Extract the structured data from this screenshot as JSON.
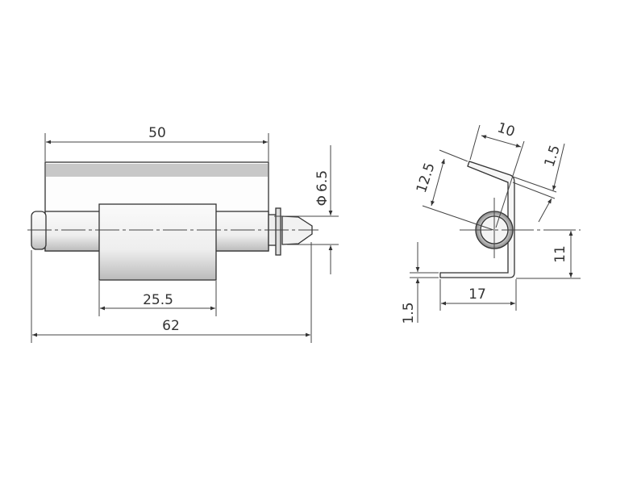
{
  "front_view": {
    "overall_width": "50",
    "knuckle_width": "25.5",
    "total_length": "62",
    "pin_diameter": "6.5",
    "diameter_symbol": "Φ"
  },
  "side_view": {
    "leaf_length_top": "10",
    "offset": "12.5",
    "thickness_top": "1.5",
    "height": "11",
    "leaf_length_bottom": "17",
    "thickness_bottom": "1.5"
  },
  "colors": {
    "line": "#333333",
    "band": "#c8c8c8"
  }
}
